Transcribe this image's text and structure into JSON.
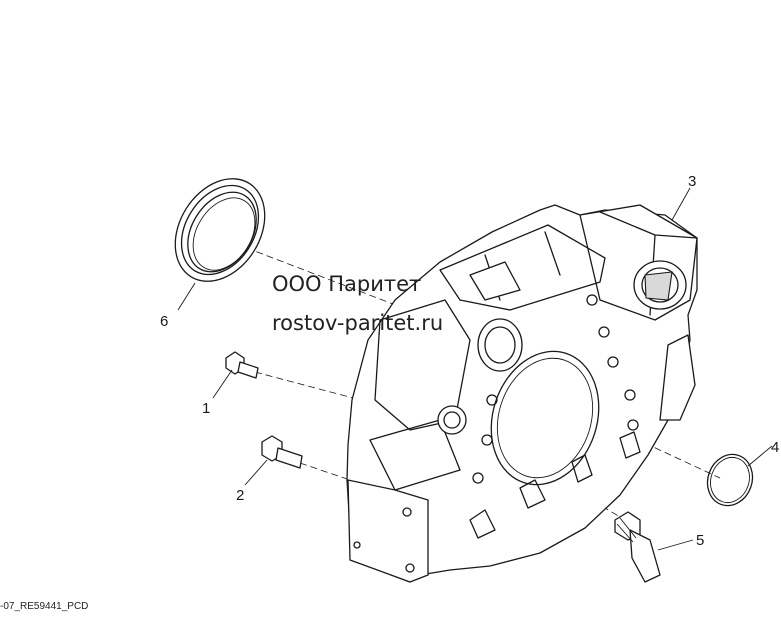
{
  "watermark": {
    "line1": "ООО Паритет",
    "line2": "rostov-paritet.ru"
  },
  "figure_id": "-07_RE59441_PCD",
  "callouts": {
    "c1": "1",
    "c2": "2",
    "c3": "3",
    "c4": "4",
    "c5": "5",
    "c6": "6"
  }
}
